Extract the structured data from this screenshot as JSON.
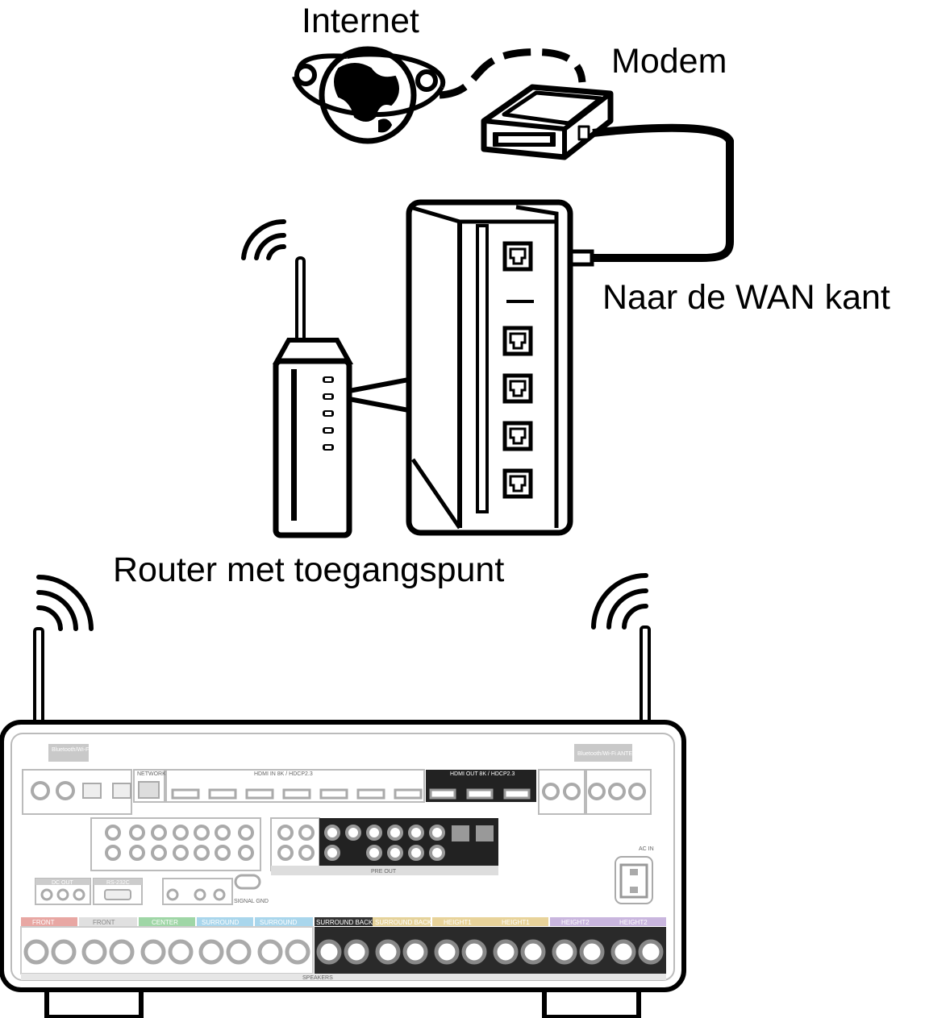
{
  "labels": {
    "internet": "Internet",
    "modem": "Modem",
    "wan_side": "Naar de WAN kant",
    "router": "Router met toegangspunt"
  },
  "panel": {
    "network": "NETWORK",
    "hdmi_in": "HDMI IN  8K / HDCP2.3",
    "hdmi_out": "HDMI OUT 8K / HDCP2.3",
    "bt_left": "Bluetooth/Wi-Fi ANTENNA",
    "bt_right": "Bluetooth/Wi-Fi ANTENNA",
    "pre_out": "PRE OUT",
    "ac_in": "AC IN",
    "dc_out": "DC OUT",
    "rs232c": "RS-232C",
    "signal_gnd": "SIGNAL GND",
    "speakers": "SPEAKERS",
    "speaker_sections": [
      "FRONT",
      "FRONT",
      "CENTER",
      "SURROUND",
      "SURROUND",
      "SURROUND BACK",
      "SURROUND BACK",
      "HEIGHT1",
      "HEIGHT1",
      "HEIGHT2",
      "HEIGHT2"
    ]
  },
  "colors": {
    "front": "#e8a7a3",
    "center": "#9fd6a6",
    "surround": "#a9d6ec",
    "surround_back": "#e5d29a",
    "height1": "#e8d39a",
    "height2": "#c9b6de"
  }
}
